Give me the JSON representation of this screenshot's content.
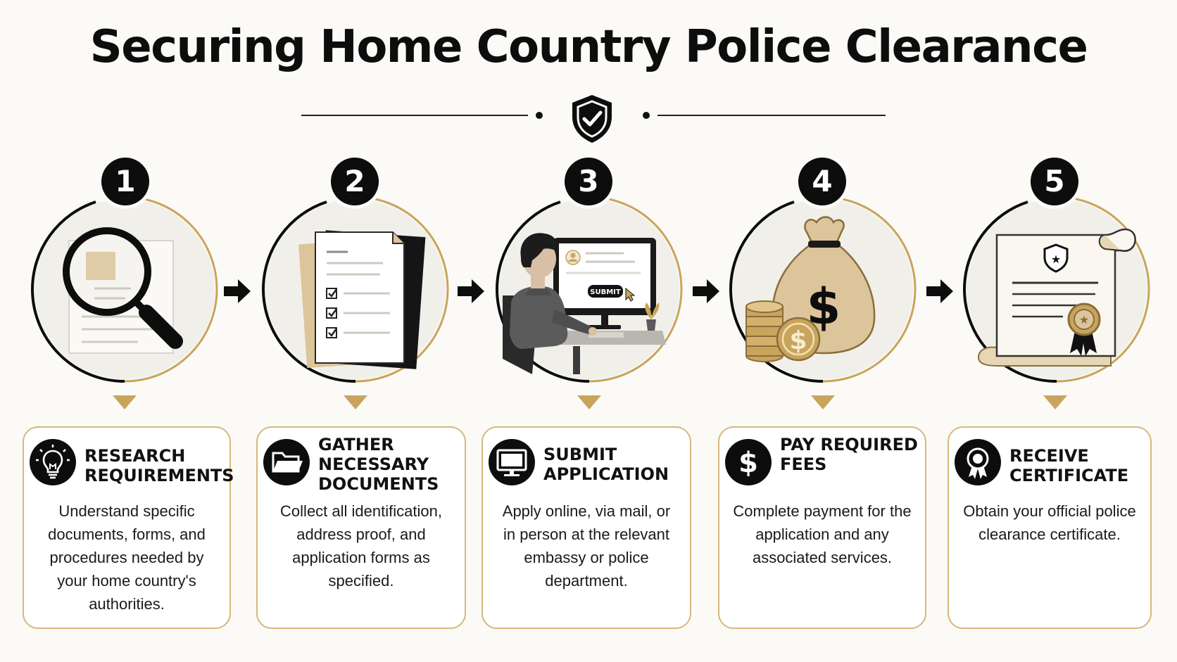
{
  "title": "Securing Home Country Police Clearance",
  "steps": [
    {
      "number": "1",
      "title": "RESEARCH REQUIREMENTS",
      "description": "Understand specific documents, forms, and procedures needed by your home country's authorities.",
      "icon": "lightbulb-icon",
      "illustration": "magnifying-glass-document"
    },
    {
      "number": "2",
      "title": "GATHER NECESSARY DOCUMENTS",
      "description": "Collect all identification, address proof, and application forms as specified.",
      "icon": "folder-icon",
      "illustration": "document-stack-checklist"
    },
    {
      "number": "3",
      "title": "SUBMIT APPLICATION",
      "description": "Apply online, via mail, or in person at the relevant embassy or police department.",
      "icon": "monitor-icon",
      "illustration": "person-at-computer",
      "submit_label": "SUBMIT"
    },
    {
      "number": "4",
      "title": "PAY REQUIRED FEES",
      "description": "Complete payment for the application and any associated services.",
      "icon": "dollar-icon",
      "illustration": "money-bag-coins"
    },
    {
      "number": "5",
      "title": "RECEIVE CERTIFICATE",
      "description": "Obtain your official police clearance certificate.",
      "icon": "award-ribbon-icon",
      "illustration": "certificate-scroll"
    }
  ],
  "colors": {
    "accent_gold": "#c9a45c",
    "dark": "#0d0d0d",
    "beige": "#dcc49b",
    "background": "#fbfaf7"
  }
}
